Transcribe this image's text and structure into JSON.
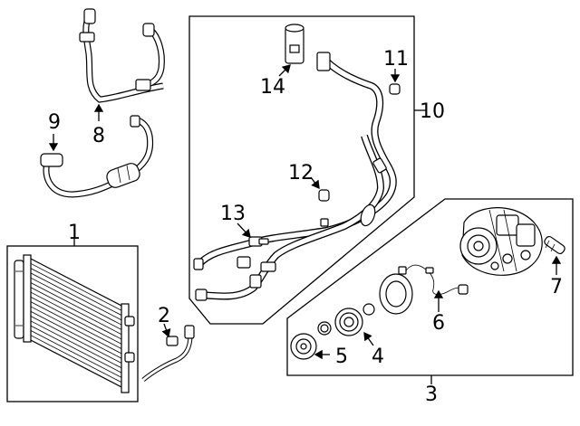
{
  "labels": {
    "p1": "1",
    "p2": "2",
    "p3": "3",
    "p4": "4",
    "p5": "5",
    "p6": "6",
    "p7": "7",
    "p8": "8",
    "p9": "9",
    "p10": "10",
    "p11": "11",
    "p12": "12",
    "p13": "13",
    "p14": "14"
  },
  "colors": {
    "line": "#000000",
    "background": "#ffffff"
  }
}
